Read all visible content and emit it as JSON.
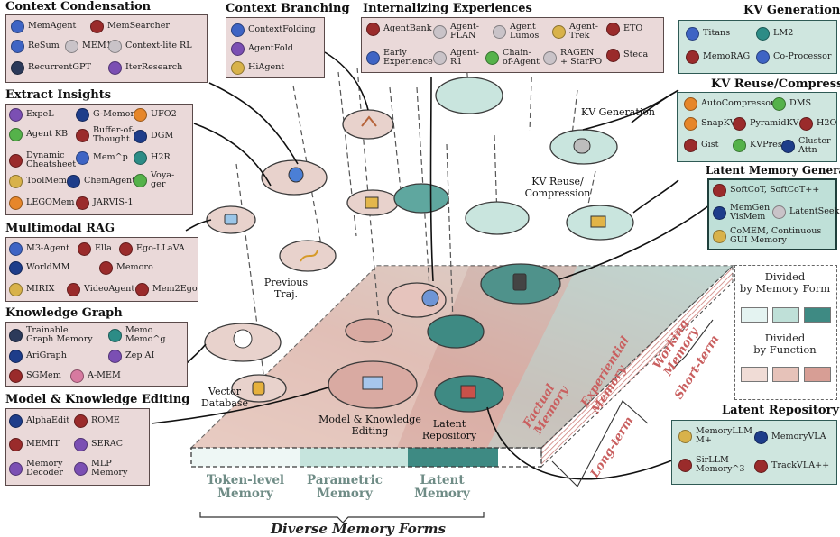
{
  "panels": {
    "context_condensation": {
      "title": "Context Condensation",
      "items": [
        {
          "label": "MemAgent",
          "icon": "bars-logo-icon",
          "color": "blue"
        },
        {
          "label": "MemSearcher",
          "icon": "xiaohongshu-logo-icon",
          "color": "red"
        },
        {
          "label": "ReSum",
          "icon": "bars-logo-icon",
          "color": "blue"
        },
        {
          "label": "MEM1",
          "icon": "university-crest-icon",
          "color": "gray"
        },
        {
          "label": "Context-lite RL",
          "icon": "university-seal-icon",
          "color": "gray"
        },
        {
          "label": "RecurrentGPT",
          "icon": "eth-logo-icon",
          "color": "dark"
        },
        {
          "label": "IterResearch",
          "icon": "bird-logo-icon",
          "color": "purple"
        }
      ]
    },
    "context_branching": {
      "title": "Context Branching",
      "items": [
        {
          "label": "ContextFolding",
          "icon": "bars-logo-icon",
          "color": "blue"
        },
        {
          "label": "AgentFold",
          "icon": "bird-logo-icon",
          "color": "purple"
        },
        {
          "label": "HiAgent",
          "icon": "university-crest-icon",
          "color": "gold"
        }
      ]
    },
    "internalizing_experiences": {
      "title": "Internalizing Experiences",
      "items": [
        {
          "label": "AgentBank",
          "icon": "university-seal-icon",
          "color": "red"
        },
        {
          "label": "Agent-\nFLAN",
          "icon": "mountain-logo-icon",
          "color": "gray"
        },
        {
          "label": "Agent\nLumos",
          "icon": "university-seal-icon",
          "color": "gray"
        },
        {
          "label": "Agent-\nTrek",
          "icon": "university-crest-icon",
          "color": "gold"
        },
        {
          "label": "ETO",
          "icon": "university-seal-icon",
          "color": "red"
        },
        {
          "label": "Early\nExperience",
          "icon": "meta-logo-icon",
          "color": "blue"
        },
        {
          "label": "Agent-\nR1",
          "icon": "university-seal-icon",
          "color": "gray"
        },
        {
          "label": "Chain-\nof-Agent",
          "icon": "oppo-logo-icon",
          "color": "green"
        },
        {
          "label": "RAGEN\n+ StarPO",
          "icon": "university-seal-icon",
          "color": "gray"
        },
        {
          "label": "Steca",
          "icon": "knot-logo-icon",
          "color": "red"
        }
      ]
    },
    "kv_generation": {
      "title": "KV Generation",
      "items": [
        {
          "label": "Titans",
          "icon": "google-logo-icon",
          "color": "blue"
        },
        {
          "label": "LM2",
          "icon": "knot-logo-icon",
          "color": "teal"
        },
        {
          "label": "MemoRAG",
          "icon": "university-seal-icon",
          "color": "red"
        },
        {
          "label": "Co-Processor",
          "icon": "google-logo-icon",
          "color": "blue"
        }
      ]
    },
    "kv_reuse": {
      "title": "KV Reuse/Compression",
      "items": [
        {
          "label": "AutoCompressor",
          "icon": "university-crest-icon",
          "color": "orange"
        },
        {
          "label": "DMS",
          "icon": "nvidia-logo-icon",
          "color": "green"
        },
        {
          "label": "SnapKV",
          "icon": "illinois-logo-icon",
          "color": "orange"
        },
        {
          "label": "PyramidKV",
          "icon": "university-seal-icon",
          "color": "red"
        },
        {
          "label": "H2O",
          "icon": "university-seal-icon",
          "color": "red"
        },
        {
          "label": "Gist",
          "icon": "university-seal-icon",
          "color": "red"
        },
        {
          "label": "KVPress",
          "icon": "nvidia-logo-icon",
          "color": "green"
        },
        {
          "label": "Cluster\nAttn",
          "icon": "university-seal-icon",
          "color": "navy"
        }
      ]
    },
    "latent_memory_generation": {
      "title": "Latent Memory Generation",
      "items": [
        {
          "label": "SoftCoT, SoftCoT++",
          "icon": "university-crest-icon",
          "color": "red"
        },
        {
          "label": "MemGen\nVisMem",
          "icon": "university-crest-icon",
          "color": "navy"
        },
        {
          "label": "LatentSeek",
          "icon": "university-seal-icon",
          "color": "gray"
        },
        {
          "label": "CoMEM, Continuous\nGUI Memory",
          "icon": "university-seal-icon",
          "color": "gold"
        }
      ]
    },
    "latent_repository": {
      "title": "Latent Repository",
      "items": [
        {
          "label": "MemoryLLM\nM+",
          "icon": "university-seal-icon",
          "color": "gold"
        },
        {
          "label": "MemoryVLA",
          "icon": "university-seal-icon",
          "color": "navy"
        },
        {
          "label": "SirLLM\nMemory^3",
          "icon": "university-seal-icon",
          "color": "red"
        },
        {
          "label": "TrackVLA++",
          "icon": "university-seal-icon",
          "color": "red"
        }
      ]
    },
    "extract_insights": {
      "title": "Extract Insights",
      "items": [
        {
          "label": "ExpeL",
          "icon": "university-seal-icon",
          "color": "purple"
        },
        {
          "label": "G-Memory",
          "icon": "university-crest-icon",
          "color": "navy"
        },
        {
          "label": "UFO2",
          "icon": "microsoft-logo-icon",
          "color": "orange"
        },
        {
          "label": "Agent KB",
          "icon": "oppo-logo-icon",
          "color": "green"
        },
        {
          "label": "Buffer-of-\nThought",
          "icon": "university-seal-icon",
          "color": "red"
        },
        {
          "label": "DGM",
          "icon": "ubc-logo-icon",
          "color": "navy"
        },
        {
          "label": "Dynamic\nCheatsheet",
          "icon": "university-seal-icon",
          "color": "red"
        },
        {
          "label": "Mem^p",
          "icon": "university-seal-icon",
          "color": "blue"
        },
        {
          "label": "H2R",
          "icon": "university-seal-icon",
          "color": "teal"
        },
        {
          "label": "ToolMem",
          "icon": "university-seal-icon",
          "color": "gold"
        },
        {
          "label": "ChemAgent",
          "icon": "university-crest-icon",
          "color": "navy"
        },
        {
          "label": "Voya-\nger",
          "icon": "nvidia-logo-icon",
          "color": "green"
        },
        {
          "label": "LEGOMem",
          "icon": "microsoft-logo-icon",
          "color": "orange"
        },
        {
          "label": "JARVIS-1",
          "icon": "university-seal-icon",
          "color": "red"
        }
      ]
    },
    "multimodal_rag": {
      "title": "Multimodal RAG",
      "items": [
        {
          "label": "M3-Agent",
          "icon": "bars-logo-icon",
          "color": "blue"
        },
        {
          "label": "Ella",
          "icon": "university-crest-icon",
          "color": "red"
        },
        {
          "label": "Ego-LLaVA",
          "icon": "university-crest-icon",
          "color": "red"
        },
        {
          "label": "WorldMM",
          "icon": "kaist-logo-icon",
          "color": "navy"
        },
        {
          "label": "Memoro",
          "icon": "mit-logo-icon",
          "color": "red"
        },
        {
          "label": "MIRIX",
          "icon": "university-seal-icon",
          "color": "gold"
        },
        {
          "label": "VideoAgent",
          "icon": "university-seal-icon",
          "color": "red"
        },
        {
          "label": "Mem2Ego",
          "icon": "huawei-logo-icon",
          "color": "red"
        }
      ]
    },
    "knowledge_graph": {
      "title": "Knowledge Graph",
      "items": [
        {
          "label": "Trainable\nGraph Memory",
          "icon": "ucl-logo-icon",
          "color": "dark"
        },
        {
          "label": "Memo\nMemo^g",
          "icon": "mem0-logo-icon",
          "color": "teal"
        },
        {
          "label": "AriGraph",
          "icon": "university-crest-icon",
          "color": "navy"
        },
        {
          "label": "Zep AI",
          "icon": "zep-logo-icon",
          "color": "purple"
        },
        {
          "label": "SGMem",
          "icon": "huawei-logo-icon",
          "color": "red"
        },
        {
          "label": "A-MEM",
          "icon": "target-logo-icon",
          "color": "pink"
        }
      ]
    },
    "model_editing": {
      "title": "Model & Knowledge Editing",
      "items": [
        {
          "label": "AlphaEdit",
          "icon": "university-crest-icon",
          "color": "navy"
        },
        {
          "label": "ROME",
          "icon": "mit-logo-icon",
          "color": "red"
        },
        {
          "label": "MEMIT",
          "icon": "mit-logo-icon",
          "color": "red"
        },
        {
          "label": "SERAC",
          "icon": "university-seal-icon",
          "color": "purple"
        },
        {
          "label": "Memory\nDecoder",
          "icon": "university-seal-icon",
          "color": "purple"
        },
        {
          "label": "MLP\nMemory",
          "icon": "university-seal-icon",
          "color": "purple"
        }
      ]
    }
  },
  "scene_labels": {
    "kv_generation": "KV Generation",
    "kv_reuse": "KV Reuse/\nCompression",
    "previous_traj": "Previous\nTraj.",
    "vector_database": "Vector\nDatabase",
    "model_editing": "Model & Knowledge\nEditing",
    "latent_repository": "Latent\nRepository"
  },
  "forms": {
    "token": "Token-level\nMemory",
    "parametric": "Parametric\nMemory",
    "latent": "Latent\nMemory",
    "title": "Diverse Memory Forms"
  },
  "functions": {
    "factual": "Factual\nMemory",
    "experiential": "Experiential\nMemory",
    "working": "Working\nMemory",
    "long_term": "Long-term",
    "short_term": "Short-term"
  },
  "legend": {
    "form_title": "Divided\nby Memory Form",
    "function_title": "Divided\nby Function",
    "form_colors": [
      "#e4f3f1",
      "#bfe0d8",
      "#3e8a83"
    ],
    "function_colors": [
      "#f0dcd6",
      "#e6c2b9",
      "#d79e95"
    ]
  },
  "colors": {
    "token_tint": "#eef7f5",
    "parametric_tint": "#c6e4dd",
    "latent_tint": "#3e8a83",
    "pink_panel": "#ead9d9",
    "green_panel": "#cfe6df",
    "function_text": "#c95f5f"
  }
}
